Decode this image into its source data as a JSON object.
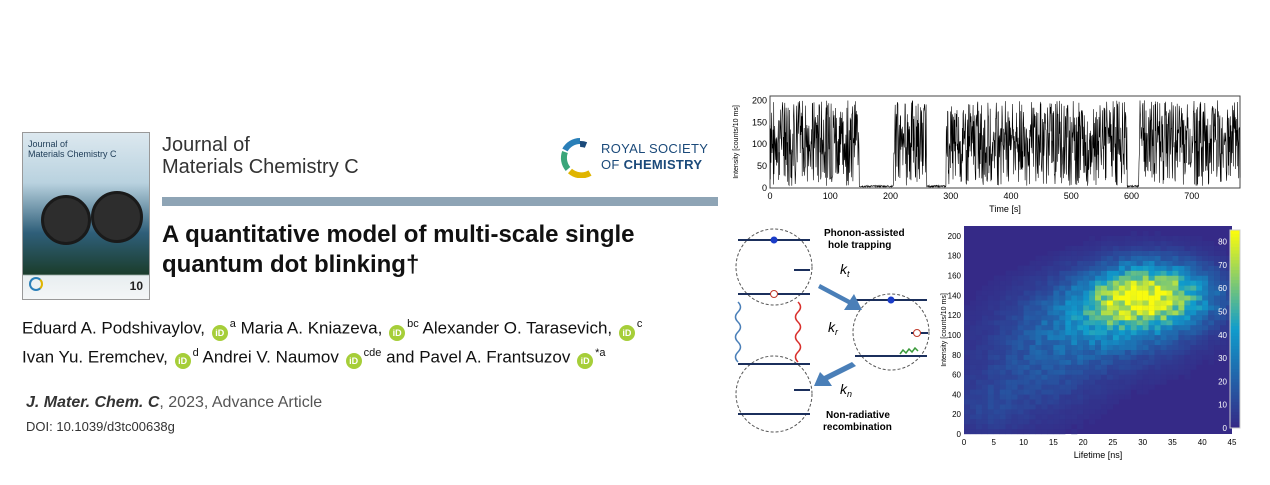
{
  "cover": {
    "title_line1": "Journal of",
    "title_line2": "Materials Chemistry C",
    "badge": "10"
  },
  "journal": {
    "line1": "Journal of",
    "line2": "Materials Chemistry C"
  },
  "rsc": {
    "line1": "ROYAL SOCIETY",
    "line2_prefix": "OF ",
    "line2_bold": "CHEMISTRY"
  },
  "article": {
    "title_line1": "A quantitative model of multi-scale single",
    "title_line2": "quantum dot blinking†"
  },
  "authors": [
    {
      "name": "Eduard A. Podshivaylov,",
      "aff": "a"
    },
    {
      "name": "Maria A. Kniazeva,",
      "aff": "bc"
    },
    {
      "name": "Alexander O. Tarasevich,",
      "aff": "c"
    },
    {
      "name": "Ivan Yu. Eremchev,",
      "aff": "d"
    },
    {
      "name": "Andrei V. Naumov",
      "aff": "cde"
    },
    {
      "name": "and Pavel A. Frantsuzov",
      "aff": "*a"
    }
  ],
  "orcid_label": "iD",
  "citation": {
    "journal": "J. Mater. Chem. C",
    "rest": ", 2023, Advance Article"
  },
  "doi": "DOI: 10.1039/d3tc00638g",
  "trace": {
    "xlabel": "Time [s]",
    "ylabel": "Intensity [counts/10 ms]",
    "xticks": [
      "0",
      "100",
      "200",
      "300",
      "400",
      "500",
      "600",
      "700"
    ],
    "yticks": [
      "0",
      "50",
      "100",
      "150",
      "200"
    ]
  },
  "diagram": {
    "label_top": "Phonon-assisted",
    "label_top2": "hole trapping",
    "kt": "k",
    "kt_sub": "t",
    "kr": "k",
    "kr_sub": "r",
    "kn": "k",
    "kn_sub": "n",
    "label_bottom": "Non-radiative",
    "label_bottom2": "recombination"
  },
  "chart_data": {
    "type": "heatmap",
    "xlabel": "Lifetime [ns]",
    "ylabel": "Intensity [counts/10 ms]",
    "xlim": [
      0,
      45
    ],
    "ylim": [
      0,
      210
    ],
    "xticks": [
      "0",
      "5",
      "10",
      "15",
      "20",
      "25",
      "30",
      "35",
      "40",
      "45"
    ],
    "yticks": [
      "0",
      "20",
      "40",
      "60",
      "80",
      "100",
      "120",
      "140",
      "160",
      "180",
      "200"
    ],
    "colorbar_ticks": [
      "0",
      "10",
      "20",
      "30",
      "40",
      "50",
      "60",
      "70",
      "80"
    ],
    "colorbar_range": [
      0,
      85
    ],
    "blobs": [
      {
        "x": 31,
        "y": 140,
        "sx": 7,
        "sy": 22,
        "peak": 80
      },
      {
        "x": 22,
        "y": 110,
        "sx": 9,
        "sy": 28,
        "peak": 30
      },
      {
        "x": 12,
        "y": 60,
        "sx": 7,
        "sy": 30,
        "peak": 12
      },
      {
        "x": 4,
        "y": 25,
        "sx": 4,
        "sy": 20,
        "peak": 8
      }
    ],
    "colors": {
      "low": "#352a87",
      "mid": "#0f9ccc",
      "high": "#f9fb0e"
    }
  }
}
